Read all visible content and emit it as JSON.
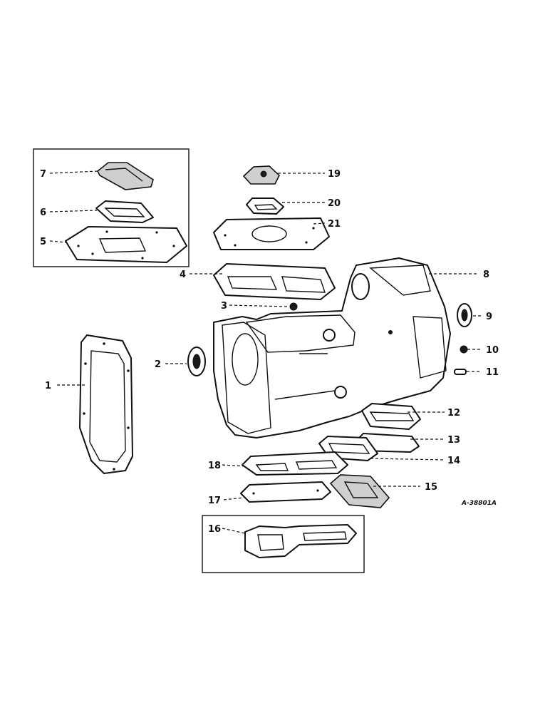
{
  "diagram": {
    "figure_code": "A-38801A",
    "callouts": [
      "1",
      "2",
      "3",
      "4",
      "5",
      "6",
      "7",
      "8",
      "9",
      "10",
      "11",
      "12",
      "13",
      "14",
      "15",
      "16",
      "17",
      "18",
      "19",
      "20",
      "21"
    ]
  }
}
